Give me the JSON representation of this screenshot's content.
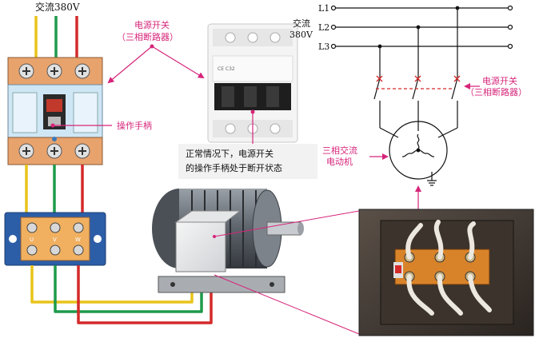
{
  "labels": {
    "ac_top": "交流380V",
    "breaker_label_1": "电源开关",
    "breaker_label_2": "（三相断路器）",
    "handle_label": "操作手柄",
    "ac_schematic_1": "交流",
    "ac_schematic_2": "380V",
    "phase_l1": "L1",
    "phase_l2": "L2",
    "phase_l3": "L3",
    "switch_label_1": "电源开关",
    "switch_label_2": "（三相断路器）",
    "motor_label_1": "三相交流",
    "motor_label_2": "电动机",
    "note_line_1": "正常情况下，电源开关",
    "note_line_2": "的操作手柄处于断开状态",
    "terminal_u": "U",
    "terminal_v": "V",
    "terminal_w": "W"
  },
  "colors": {
    "accent_pink": "#d6257a",
    "wire_yellow": "#e8c41a",
    "wire_green": "#1e9a4a",
    "wire_red": "#d42a2a",
    "breaker_orange": "#e8a36d",
    "terminal_blue": "#2c5ea8",
    "terminal_orange": "#f0b060",
    "note_bg": "#f2f2f2"
  },
  "icons": {
    "motor": "three-phase-motor-icon",
    "breaker": "circuit-breaker-icon",
    "terminal_block": "terminal-block-icon"
  }
}
